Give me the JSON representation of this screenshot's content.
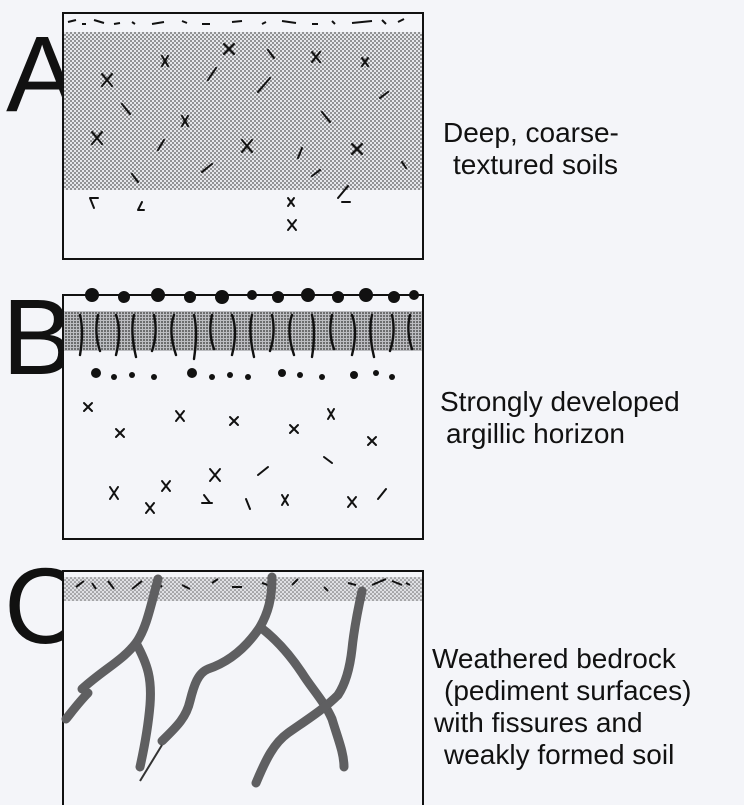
{
  "panels": [
    {
      "letter": "A",
      "caption_lines": [
        "Deep, coarse-",
        "textured soils"
      ]
    },
    {
      "letter": "B",
      "caption_lines": [
        "Strongly developed",
        "argillic horizon"
      ]
    },
    {
      "letter": "C",
      "caption_lines": [
        "Weathered bedrock",
        "(pediment surfaces)",
        "with fissures and",
        "weakly formed soil"
      ]
    }
  ],
  "colors": {
    "background": "#f4f5f9",
    "ink": "#111111",
    "stipple": "#8d8d8d"
  }
}
